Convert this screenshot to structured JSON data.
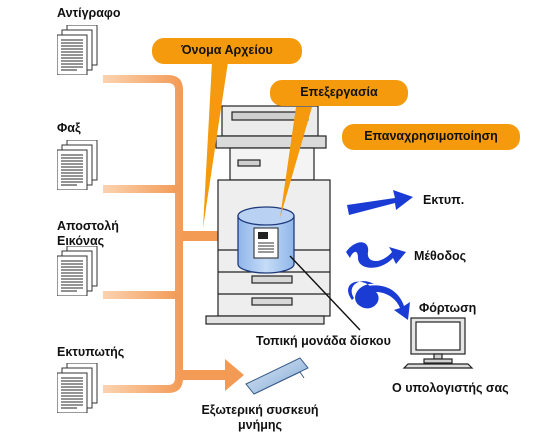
{
  "sources": [
    {
      "label": "Αντίγραφο"
    },
    {
      "label": "Φαξ"
    },
    {
      "label": "Αποστολή\nΕικόνας"
    },
    {
      "label": "Εκτυπωτής"
    }
  ],
  "callouts": {
    "filename": "Όνομα Αρχείου",
    "edit": "Επεξεργασία",
    "reuse": "Επαναχρησιμοποίηση"
  },
  "actions": {
    "print": "Εκτυπ.",
    "method": "Μέθοδος",
    "load": "Φόρτωση"
  },
  "labels": {
    "local_disk": "Τοπική μονάδα δίσκου",
    "computer": "Ο υπολογιστής σας",
    "external_memory": "Εξωτερική συσκευή\nμνήμης"
  },
  "colors": {
    "orange_flow": "#f6b27a",
    "callout_orange": "#f49a0c",
    "blue_arrow": "#1a3cd4",
    "disk_blue": "#a9c8f0"
  }
}
